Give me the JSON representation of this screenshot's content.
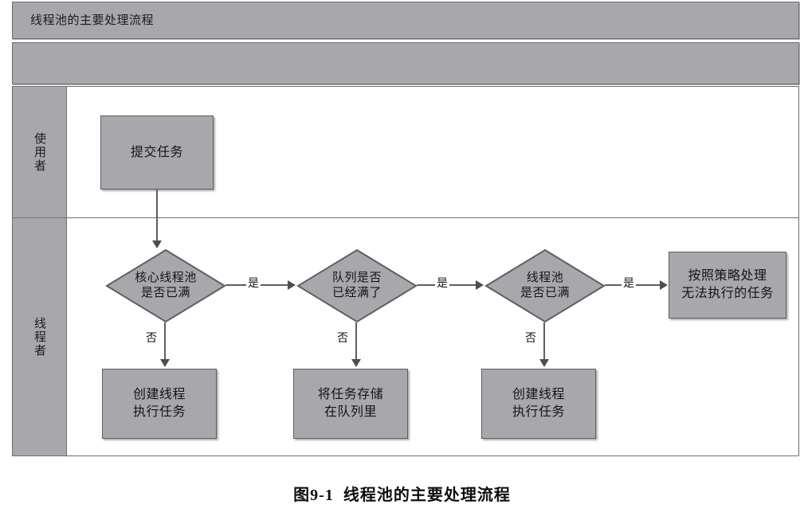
{
  "diagram": {
    "title": "线程池的主要处理流程",
    "subheader": "",
    "lanes": [
      {
        "id": "user",
        "label": "使用者"
      },
      {
        "id": "pool",
        "label": "线程者"
      }
    ],
    "nodes": {
      "submit_task": {
        "label_lines": [
          "提交任务"
        ]
      },
      "core_pool_full": {
        "label_lines": [
          "核心线程池",
          "是否已满"
        ]
      },
      "queue_full": {
        "label_lines": [
          "队列是否",
          "已经满了"
        ]
      },
      "pool_full": {
        "label_lines": [
          "线程池",
          "是否已满"
        ]
      },
      "reject_policy": {
        "label_lines": [
          "按照策略处理",
          "无法执行的任务"
        ]
      },
      "create_thread_1": {
        "label_lines": [
          "创建线程",
          "执行任务"
        ]
      },
      "store_queue": {
        "label_lines": [
          "将任务存储",
          "在队列里"
        ]
      },
      "create_thread_2": {
        "label_lines": [
          "创建线程",
          "执行任务"
        ]
      }
    },
    "edge_labels": {
      "yes_1": "是",
      "yes_2": "是",
      "yes_3": "是",
      "no_1": "否",
      "no_2": "否",
      "no_3": "否"
    },
    "colors": {
      "shape_fill": "#a8a8ac",
      "shape_border": "#5e5e63",
      "lane_border": "#6f6f73",
      "connector": "#5e5e63",
      "canvas": "#ffffff"
    }
  },
  "caption": {
    "number": "图9-1",
    "text": "线程池的主要处理流程"
  }
}
